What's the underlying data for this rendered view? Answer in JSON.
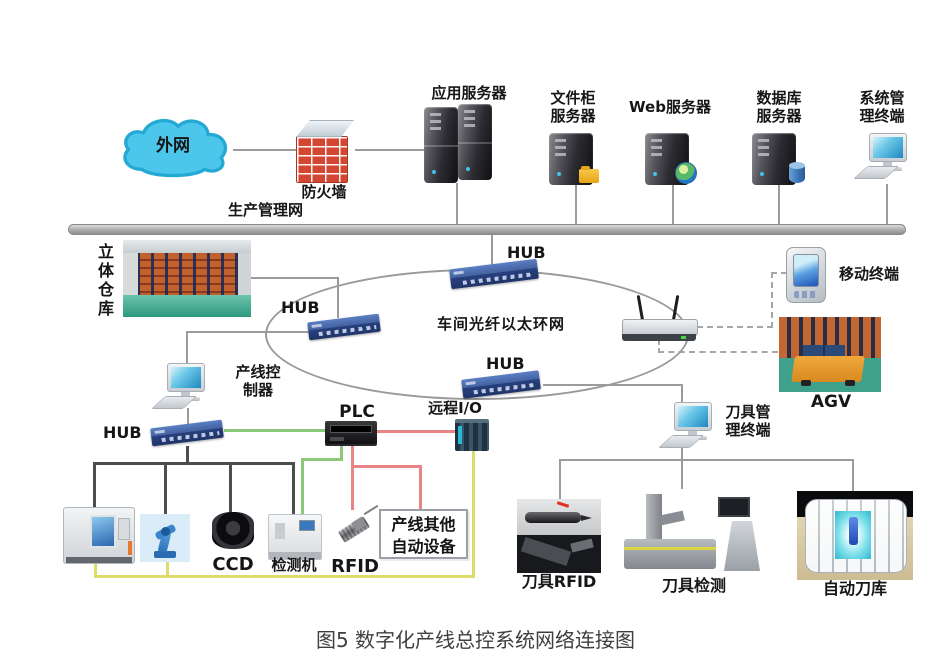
{
  "caption": "图5 数字化产线总控系统网络连接图",
  "top": {
    "cloud": "外网",
    "firewall": "防火墙",
    "app_server": "应用服务器",
    "bus": "生产管理网",
    "file_l1": "文件柜",
    "file_l2": "服务器",
    "web": "Web服务器",
    "db_l1": "数据库",
    "db_l2": "服务器",
    "sys_l1": "系统管",
    "sys_l2": "理终端"
  },
  "ring": {
    "label": "车间光纤以太环网",
    "hub_top": "HUB",
    "hub_left": "HUB",
    "hub_bottom": "HUB"
  },
  "left": {
    "warehouse": "立体仓库",
    "ctrl_l1": "产线控",
    "ctrl_l2": "制器",
    "hub": "HUB",
    "plc": "PLC",
    "remote_io": "远程I/O",
    "ccd": "CCD",
    "detector": "检测机",
    "rfid": "RFID",
    "box_l1": "产线其他",
    "box_l2": "自动设备"
  },
  "right": {
    "mobile": "移动终端",
    "agv": "AGV",
    "term_l1": "刀具管",
    "term_l2": "理终端",
    "tool_rfid": "刀具RFID",
    "tool_detect": "刀具检测",
    "tool_magazine": "自动刀库"
  },
  "colors": {
    "line_gray": "#9b9b9b",
    "line_dark": "#4d4d4d",
    "line_green": "#8cc878",
    "line_red": "#e88484",
    "line_yellow": "#dedc6a",
    "hub_blue": "#33549e",
    "cloud_blue": "#4cc7eb",
    "firewall_red": "#d24632"
  }
}
